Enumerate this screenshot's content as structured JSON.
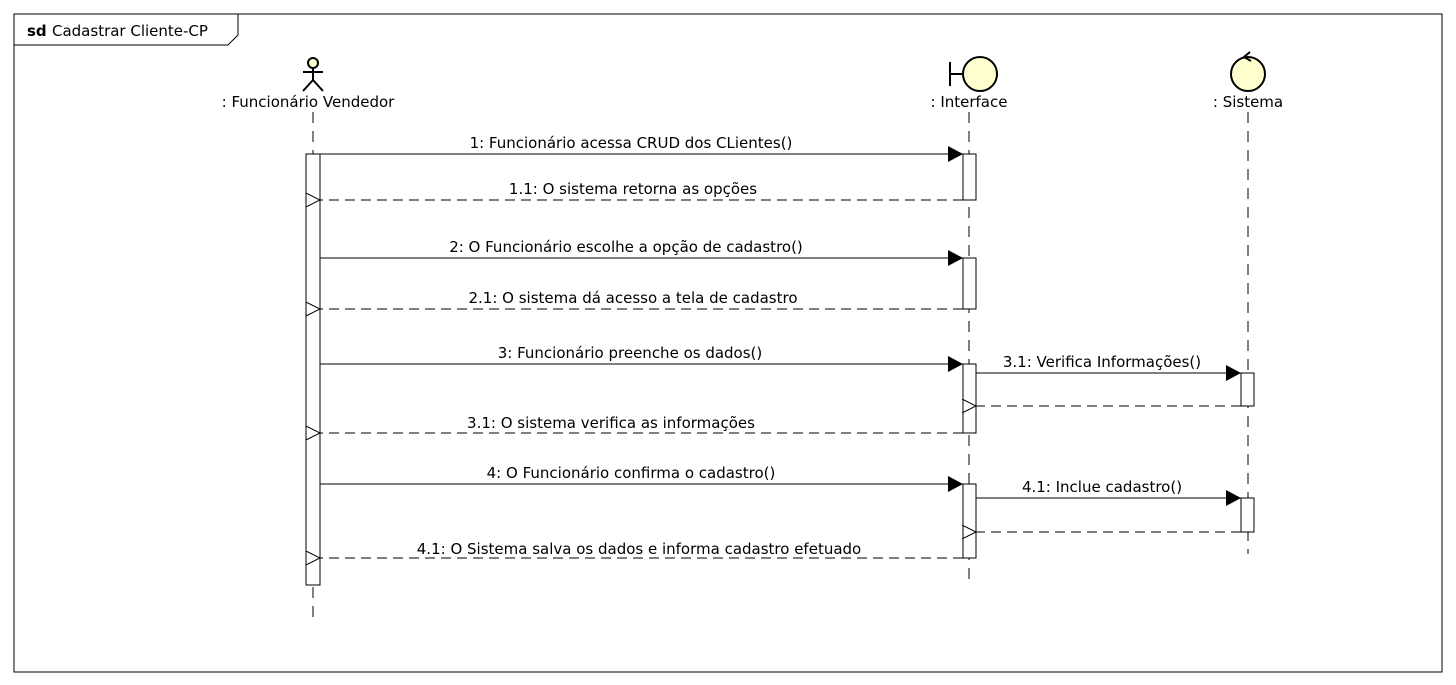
{
  "frame": {
    "keyword": "sd",
    "name": "Cadastrar Cliente-CP"
  },
  "colors": {
    "head_fill": "#FEFECE",
    "stroke": "#000000",
    "activation_fill": "#ffffff"
  },
  "lifelines": [
    {
      "id": "vendedor",
      "label": ": Funcionário Vendedor",
      "icon": "actor-icon"
    },
    {
      "id": "interface",
      "label": ": Interface",
      "icon": "boundary-icon"
    },
    {
      "id": "sistema",
      "label": ": Sistema",
      "icon": "control-icon"
    }
  ],
  "messages": [
    {
      "label": "1: Funcionário acessa CRUD dos CLientes()",
      "from": "vendedor",
      "to": "interface",
      "kind": "sync"
    },
    {
      "label": "1.1: O sistema retorna as opções",
      "from": "interface",
      "to": "vendedor",
      "kind": "reply"
    },
    {
      "label": "2: O Funcionário escolhe a opção de cadastro()",
      "from": "vendedor",
      "to": "interface",
      "kind": "sync"
    },
    {
      "label": "2.1: O sistema dá acesso a tela de cadastro",
      "from": "interface",
      "to": "vendedor",
      "kind": "reply"
    },
    {
      "label": "3: Funcionário preenche os dados()",
      "from": "vendedor",
      "to": "interface",
      "kind": "sync"
    },
    {
      "label": "3.1: Verifica Informações()",
      "from": "interface",
      "to": "sistema",
      "kind": "sync"
    },
    {
      "label": "",
      "from": "sistema",
      "to": "interface",
      "kind": "reply"
    },
    {
      "label": "3.1: O sistema verifica as informações",
      "from": "interface",
      "to": "vendedor",
      "kind": "reply"
    },
    {
      "label": "4: O Funcionário confirma o cadastro()",
      "from": "vendedor",
      "to": "interface",
      "kind": "sync"
    },
    {
      "label": "4.1: Inclue cadastro()",
      "from": "interface",
      "to": "sistema",
      "kind": "sync"
    },
    {
      "label": "",
      "from": "sistema",
      "to": "interface",
      "kind": "reply"
    },
    {
      "label": "4.1: O Sistema salva os dados e informa cadastro efetuado",
      "from": "interface",
      "to": "vendedor",
      "kind": "reply"
    }
  ]
}
